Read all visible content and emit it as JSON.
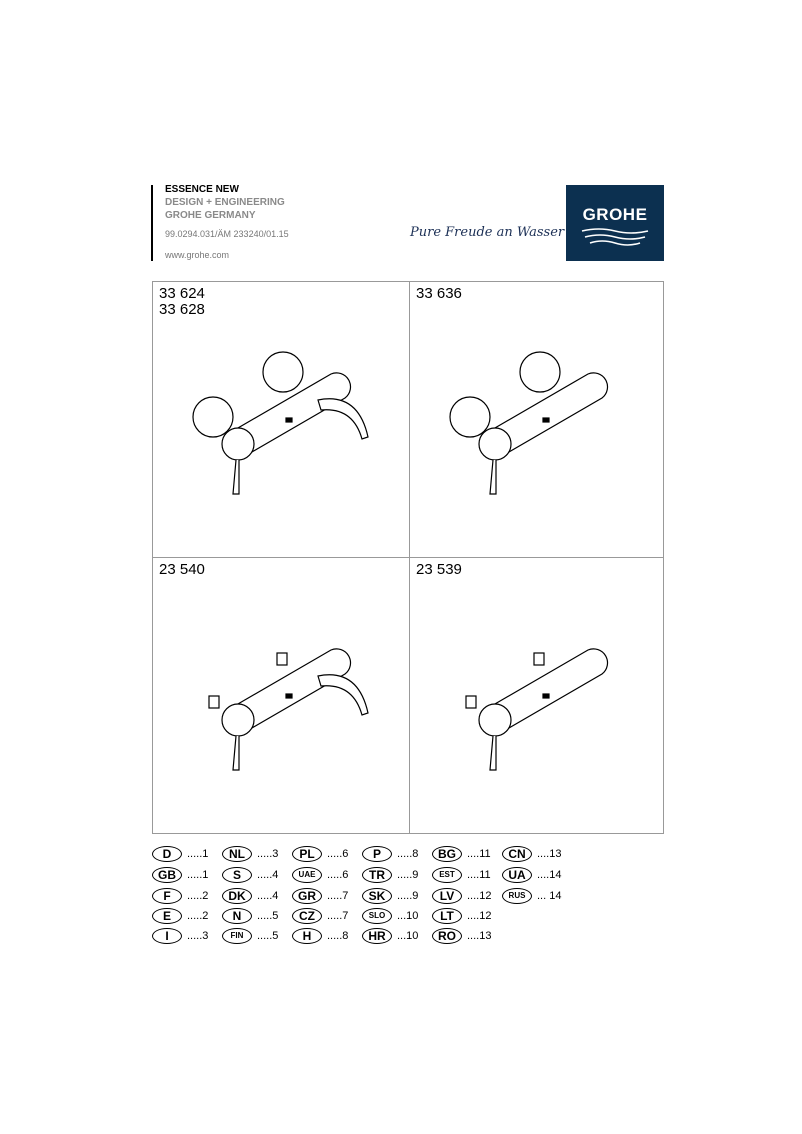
{
  "header": {
    "product": "ESSENCE NEW",
    "line2": "DESIGN + ENGINEERING",
    "line3": "GROHE GERMANY",
    "doc_code": "99.0294.031/ÄM 233240/01.15",
    "website": "www.grohe.com",
    "tagline": "Pure Freude an Wasser",
    "logo_text": "GROHE",
    "logo_color": "#0c3050"
  },
  "products": [
    {
      "numbers": [
        "33 624",
        "33 628"
      ],
      "type": "bath-round-handles"
    },
    {
      "numbers": [
        "33 636"
      ],
      "type": "shower-round-handles"
    },
    {
      "numbers": [
        "23 540"
      ],
      "type": "bath"
    },
    {
      "numbers": [
        "23 539"
      ],
      "type": "shower"
    }
  ],
  "languages": [
    [
      {
        "code": "D",
        "page": ".....1"
      },
      {
        "code": "GB",
        "page": ".....1"
      },
      {
        "code": "F",
        "page": ".....2"
      },
      {
        "code": "E",
        "page": ".....2"
      },
      {
        "code": "I",
        "page": ".....3"
      }
    ],
    [
      {
        "code": "NL",
        "page": ".....3"
      },
      {
        "code": "S",
        "page": ".....4"
      },
      {
        "code": "DK",
        "page": ".....4"
      },
      {
        "code": "N",
        "page": ".....5"
      },
      {
        "code": "FIN",
        "page": ".....5"
      }
    ],
    [
      {
        "code": "PL",
        "page": ".....6"
      },
      {
        "code": "UAE",
        "page": ".....6"
      },
      {
        "code": "GR",
        "page": ".....7"
      },
      {
        "code": "CZ",
        "page": ".....7"
      },
      {
        "code": "H",
        "page": ".....8"
      }
    ],
    [
      {
        "code": "P",
        "page": ".....8"
      },
      {
        "code": "TR",
        "page": ".....9"
      },
      {
        "code": "SK",
        "page": ".....9"
      },
      {
        "code": "SLO",
        "page": "...10"
      },
      {
        "code": "HR",
        "page": "...10"
      }
    ],
    [
      {
        "code": "BG",
        "page": "....11"
      },
      {
        "code": "EST",
        "page": "....11"
      },
      {
        "code": "LV",
        "page": "....12"
      },
      {
        "code": "LT",
        "page": "....12"
      },
      {
        "code": "RO",
        "page": "....13"
      }
    ],
    [
      {
        "code": "CN",
        "page": "....13"
      },
      {
        "code": "UA",
        "page": "....14"
      },
      {
        "code": "RUS",
        "page": "... 14"
      }
    ]
  ]
}
